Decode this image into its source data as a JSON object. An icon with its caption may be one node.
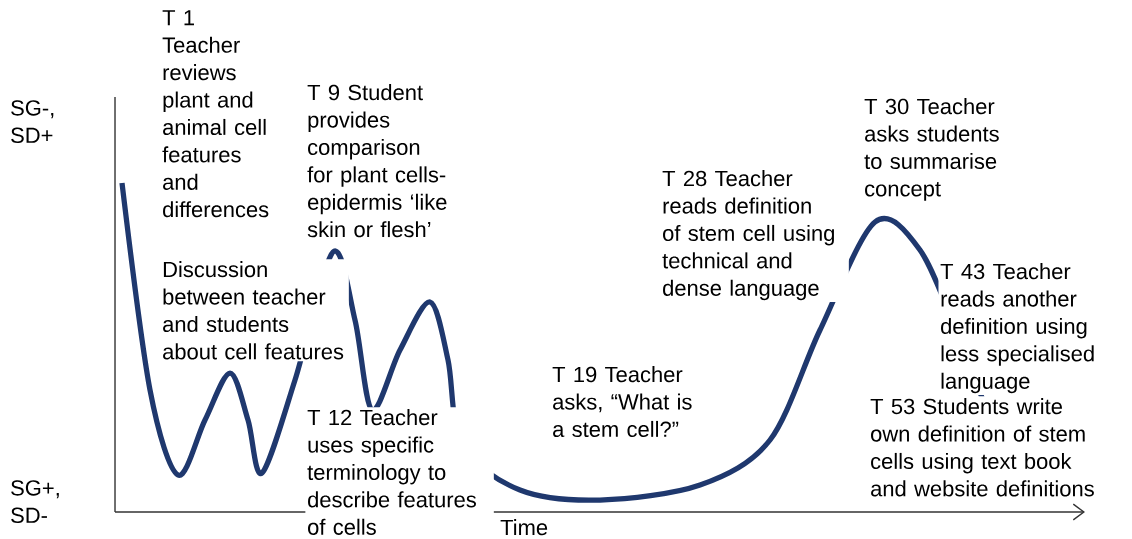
{
  "diagram": {
    "labels": [
      "T 1 Teacher reviews plant and animal cell features and differences",
      "SG-, SD+",
      "T 9 Student provides comparison for plant cells- epidermis ‘like skin or flesh’",
      "T 30 Teacher asks students to summarise concept",
      "T 28 Teacher reads definition of stem cell using technical and dense language",
      "Discussion between teacher and students about cell features",
      "T 43 Teacher reads another definition using less specialised language",
      "T 19 Teacher asks, “What is a stem cell?”",
      "T 12 Teacher uses specific terminology to describe features of cells",
      "T 53 Students write own definition of stem cells using text book and website definitions",
      "SG+, SD-",
      "Time"
    ]
  }
}
